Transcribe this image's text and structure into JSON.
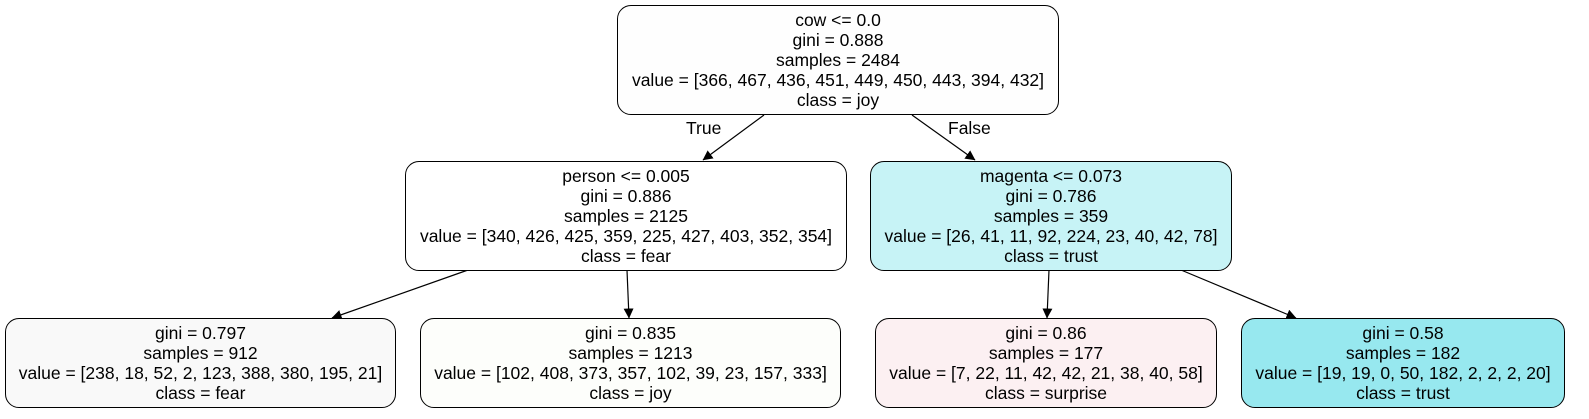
{
  "tree": {
    "edge_labels": {
      "true": "True",
      "false": "False"
    },
    "nodes": [
      {
        "id": "root",
        "split": "cow <= 0.0",
        "gini": "gini = 0.888",
        "samples": "samples = 2484",
        "value": "value = [366, 467, 436, 451, 449, 450, 443, 394, 432]",
        "class": "class = joy",
        "fill": "#fefefe"
      },
      {
        "id": "left",
        "split": "person <= 0.005",
        "gini": "gini = 0.886",
        "samples": "samples = 2125",
        "value": "value = [340, 426, 425, 359, 225, 427, 403, 352, 354]",
        "class": "class = fear",
        "fill": "#ffffff"
      },
      {
        "id": "right",
        "split": "magenta <= 0.073",
        "gini": "gini = 0.786",
        "samples": "samples = 359",
        "value": "value = [26, 41, 11, 92, 224, 23, 40, 42, 78]",
        "class": "class = trust",
        "fill": "#c7f3f6"
      },
      {
        "id": "leaf1",
        "gini": "gini = 0.797",
        "samples": "samples = 912",
        "value": "value = [238, 18, 52, 2, 123, 388, 380, 195, 21]",
        "class": "class = fear",
        "fill": "#f9f9f9"
      },
      {
        "id": "leaf2",
        "gini": "gini = 0.835",
        "samples": "samples = 1213",
        "value": "value = [102, 408, 373, 357, 102, 39, 23, 157, 333]",
        "class": "class = joy",
        "fill": "#fdfefb"
      },
      {
        "id": "leaf3",
        "gini": "gini = 0.86",
        "samples": "samples = 177",
        "value": "value = [7, 22, 11, 42, 42, 21, 38, 40, 58]",
        "class": "class = surprise",
        "fill": "#fcf0f2"
      },
      {
        "id": "leaf4",
        "gini": "gini = 0.58",
        "samples": "samples = 182",
        "value": "value = [19, 19, 0, 50, 182, 2, 2, 2, 20]",
        "class": "class = trust",
        "fill": "#97e8ef"
      }
    ],
    "edges": [
      {
        "from": "root",
        "to": "left",
        "label": "true"
      },
      {
        "from": "root",
        "to": "right",
        "label": "false"
      },
      {
        "from": "left",
        "to": "leaf1"
      },
      {
        "from": "left",
        "to": "leaf2"
      },
      {
        "from": "right",
        "to": "leaf3"
      },
      {
        "from": "right",
        "to": "leaf4"
      }
    ]
  }
}
